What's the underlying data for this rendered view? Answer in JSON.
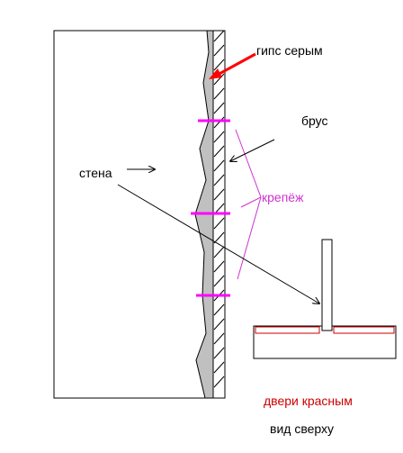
{
  "labels": {
    "gypsum": "гипс серым",
    "beam": "брус",
    "wall": "стена",
    "fastener": "крепёж",
    "doors": "двери красным",
    "top_view": "вид сверху"
  },
  "colors": {
    "outline": "#000000",
    "gypsum_fill": "#c0c0c0",
    "fastener": "#ff00ff",
    "fastener_label": "#cc33cc",
    "gypsum_arrow": "#ff0000",
    "door": "#cc0000"
  }
}
